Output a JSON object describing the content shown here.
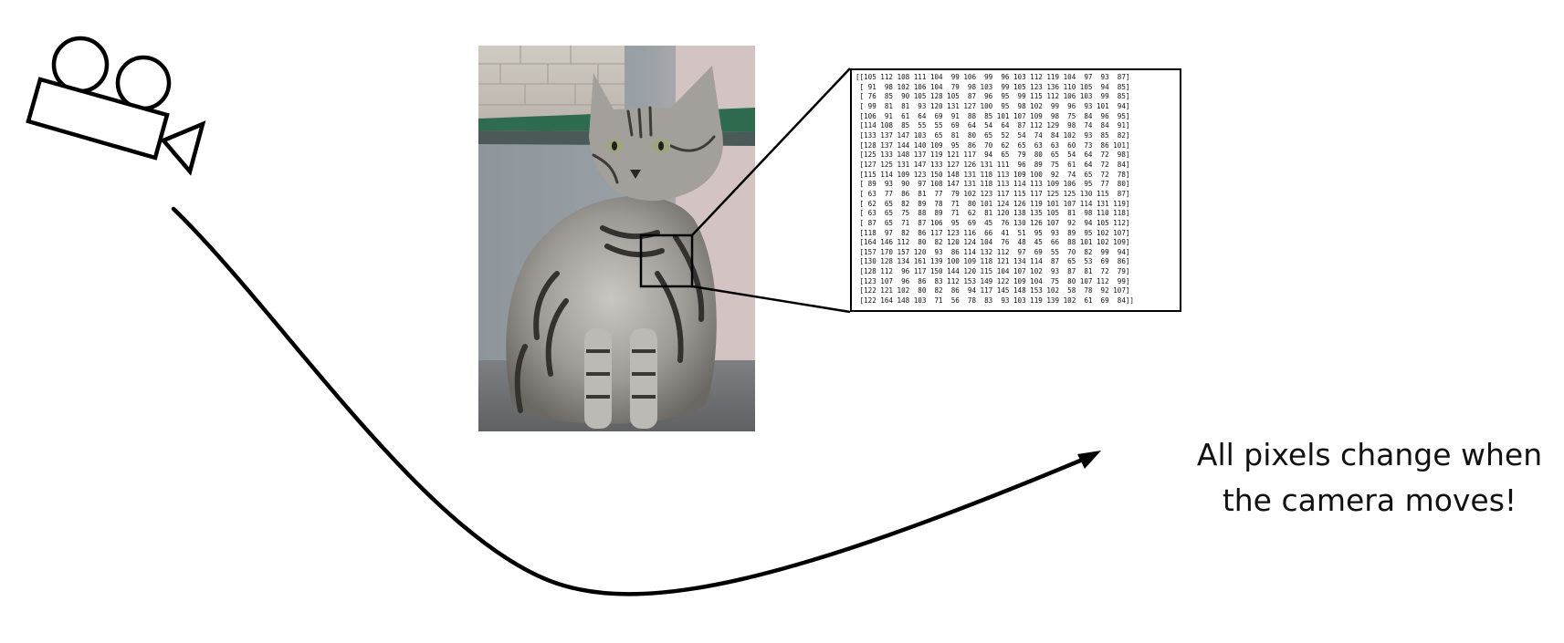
{
  "caption": {
    "line1": "All pixels change when",
    "line2": "the camera moves!"
  },
  "matrix_rows": [
    "[[105 112 108 111 104  99 106  99  96 103 112 119 104  97  93  87]",
    " [ 91  98 102 106 104  79  98 103  99 105 123 136 110 105  94  85]",
    " [ 76  85  90 105 128 105  87  96  95  99 115 112 106 103  99  85]",
    " [ 99  81  81  93 120 131 127 100  95  98 102  99  96  93 101  94]",
    " [106  91  61  64  69  91  88  85 101 107 109  98  75  84  96  95]",
    " [114 108  85  55  55  69  64  54  64  87 112 129  98  74  84  91]",
    " [133 137 147 103  65  81  80  65  52  54  74  84 102  93  85  82]",
    " [128 137 144 140 109  95  86  70  62  65  63  63  60  73  86 101]",
    " [125 133 148 137 119 121 117  94  65  79  80  65  54  64  72  98]",
    " [127 125 131 147 133 127 126 131 111  96  89  75  61  64  72  84]",
    " [115 114 109 123 150 148 131 118 113 109 100  92  74  65  72  78]",
    " [ 89  93  90  97 108 147 131 118 113 114 113 109 106  95  77  80]",
    " [ 63  77  86  81  77  79 102 123 117 115 117 125 125 130 115  87]",
    " [ 62  65  82  89  78  71  80 101 124 126 119 101 107 114 131 119]",
    " [ 63  65  75  88  89  71  62  81 120 138 135 105  81  98 110 118]",
    " [ 87  65  71  87 106  95  69  45  76 130 126 107  92  94 105 112]",
    " [118  97  82  86 117 123 116  66  41  51  95  93  89  95 102 107]",
    " [164 146 112  80  82 120 124 104  76  48  45  66  88 101 102 109]",
    " [157 170 157 120  93  86 114 132 112  97  69  55  70  82  99  94]",
    " [130 128 134 161 139 100 109 118 121 134 114  87  65  53  69  86]",
    " [128 112  96 117 150 144 120 115 104 107 102  93  87  81  72  79]",
    " [123 107  96  86  83 112 153 149 122 109 104  75  80 107 112  99]",
    " [122 121 102  80  82  86  94 117 145 148 153 102  58  78  92 107]",
    " [122 164 148 103  71  56  78  83  93 103 119 139 102  61  69  84]]"
  ],
  "colors": {
    "ink": "#000000",
    "background": "#ffffff"
  },
  "icons": [
    "video-camera-icon"
  ]
}
